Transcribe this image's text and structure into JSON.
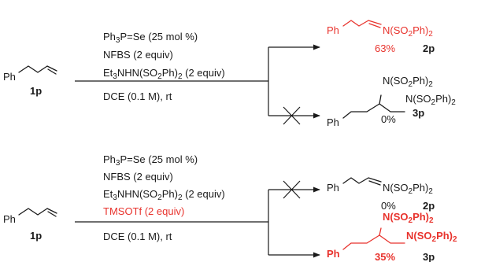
{
  "colors": {
    "highlight": "#e8332d",
    "ink": "#1a1a1a"
  },
  "top": {
    "reactant": {
      "ph": "Ph",
      "label": "1p"
    },
    "conditions": [
      "Ph3P=Se (25 mol %)",
      "NFBS (2 equiv)",
      "Et3NHN(SO2Ph)2 (2 equiv)"
    ],
    "solvent": "DCE (0.1 M), rt",
    "product_a": {
      "ph": "Ph",
      "n": "N(SO2Ph)2",
      "yield": "63%",
      "label": "2p"
    },
    "product_b": {
      "ph": "Ph",
      "n_top": "N(SO2Ph)2",
      "n_right": "N(SO2Ph)2",
      "yield": "0%",
      "label": "3p"
    }
  },
  "bottom": {
    "reactant": {
      "ph": "Ph",
      "label": "1p"
    },
    "conditions": [
      "Ph3P=Se (25 mol %)",
      "NFBS (2 equiv)",
      "Et3NHN(SO2Ph)2 (2 equiv)"
    ],
    "additive": "TMSOTf (2 equiv)",
    "solvent": "DCE (0.1 M), rt",
    "product_a": {
      "ph": "Ph",
      "n": "N(SO2Ph)2",
      "yield": "0%",
      "label": "2p"
    },
    "product_b": {
      "ph": "Ph",
      "n_top": "N(SO2Ph)2",
      "n_right": "N(SO2Ph)2",
      "yield": "35%",
      "label": "3p"
    }
  }
}
